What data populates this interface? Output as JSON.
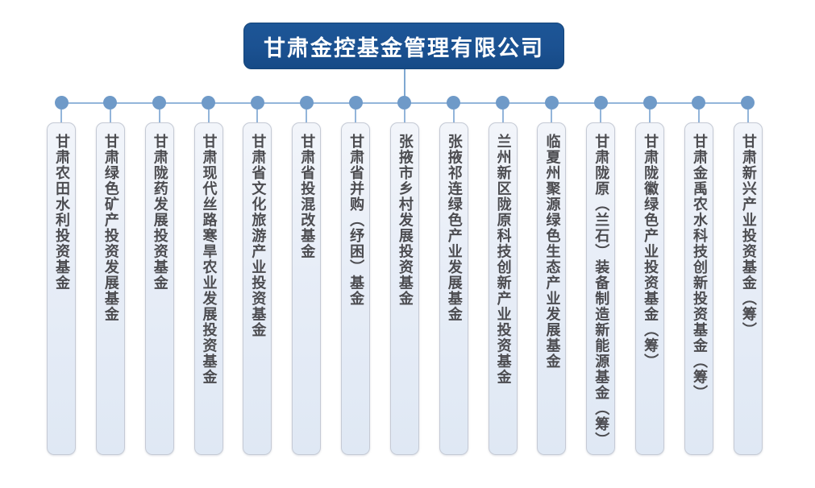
{
  "header": {
    "title": "甘肃金控基金管理有限公司"
  },
  "funds": [
    {
      "name": "甘肃农田水利投资基金"
    },
    {
      "name": "甘肃绿色矿产投资发展基金"
    },
    {
      "name": "甘肃陇药发展投资基金"
    },
    {
      "name": "甘肃现代丝路寒旱农业发展投资基金"
    },
    {
      "name": "甘肃省文化旅游产业投资基金"
    },
    {
      "name": "甘肃省投混改基金"
    },
    {
      "name": "甘肃省并购（纾困）基金"
    },
    {
      "name": "张掖市乡村发展投资基金"
    },
    {
      "name": "张掖祁连绿色产业发展基金"
    },
    {
      "name": "兰州新区陇原科技创新产业投资基金"
    },
    {
      "name": "临夏州聚源绿色生态产业发展基金"
    },
    {
      "name": "甘肃陇原（兰石）装备制造新能源基金（筹）"
    },
    {
      "name": "甘肃陇徽绿色产业投资基金（筹）"
    },
    {
      "name": "甘肃金禹农水科技创新投资基金（筹）"
    },
    {
      "name": "甘肃新兴产业投资基金（筹）"
    }
  ],
  "colors": {
    "title_bg": "#1B5191",
    "title_text": "#FFFFFF",
    "connector_line": "#93B5DA",
    "node_dot": "#6F9AC8",
    "box_bg": "#E9EEF7",
    "box_border": "#C5CAD5",
    "box_text": "#4C4C50"
  }
}
